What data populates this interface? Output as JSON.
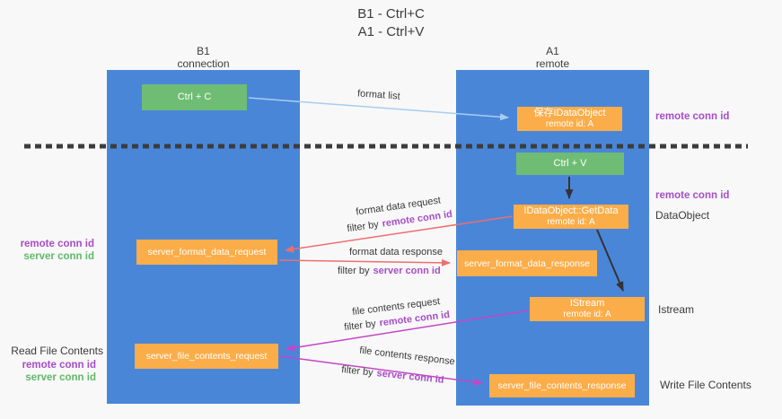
{
  "title": {
    "line1": "B1 - Ctrl+C",
    "line2": "A1 - Ctrl+V"
  },
  "lanes": {
    "left": {
      "name": "B1",
      "role": "connection"
    },
    "right": {
      "name": "A1",
      "role": "remote"
    }
  },
  "nodes": {
    "ctrl_c": {
      "label": "Ctrl + C"
    },
    "ctrl_v": {
      "label": "Ctrl + V"
    },
    "save_dataobject": {
      "line1": "保存IDataObject",
      "line2": "remote id: A"
    },
    "getdata": {
      "line1": "IDataObject::GetData",
      "line2": "remote id: A"
    },
    "istream": {
      "line1": "IStream",
      "line2": "remote id: A"
    },
    "server_format_data_request": {
      "label": "server_format_data_request"
    },
    "server_format_data_response": {
      "label": "server_format_data_response"
    },
    "server_file_contents_request": {
      "label": "server_file_contents_request"
    },
    "server_file_contents_response": {
      "label": "server_file_contents_response"
    }
  },
  "annotations": {
    "right_top_remote_conn_id": "remote conn id",
    "right_mid_remote_conn_id": "remote conn id",
    "right_dataobject": "DataObject",
    "right_istream": "Istream",
    "right_write_file_contents": "Write File Contents",
    "left_mid_remote_conn_id": "remote conn id",
    "left_mid_server_conn_id": "server conn id",
    "left_read_file_contents": "Read File Contents",
    "left_bottom_remote_conn_id": "remote conn id",
    "left_bottom_server_conn_id": "server conn id"
  },
  "arrow_labels": {
    "format_list": "format list",
    "format_request": {
      "text": "format data request",
      "filter_prefix": "filter by",
      "filter_key": "remote conn id"
    },
    "format_response": {
      "text": "format data response",
      "filter_prefix": "filter by",
      "filter_key": "server conn id"
    },
    "file_request": {
      "text": "file contents request",
      "filter_prefix": "filter by",
      "filter_key": "remote conn id"
    },
    "file_response": {
      "text": "file contents response",
      "filter_prefix": "filter by",
      "filter_key": "server conn id"
    }
  },
  "colors": {
    "background": "#F8F8F8",
    "lane_fill": "#4A86D8",
    "green_box": "#6FBD74",
    "orange_box": "#FBAD49",
    "purple_text": "#A74DC8",
    "green_text": "#5FBA68",
    "red_arrow": "#EE6E6E",
    "magenta_arrow": "#C445C8",
    "light_blue_arrow": "#A5CEEF",
    "black_arrow": "#333333",
    "dashed_separator": "#3C3C3C"
  }
}
